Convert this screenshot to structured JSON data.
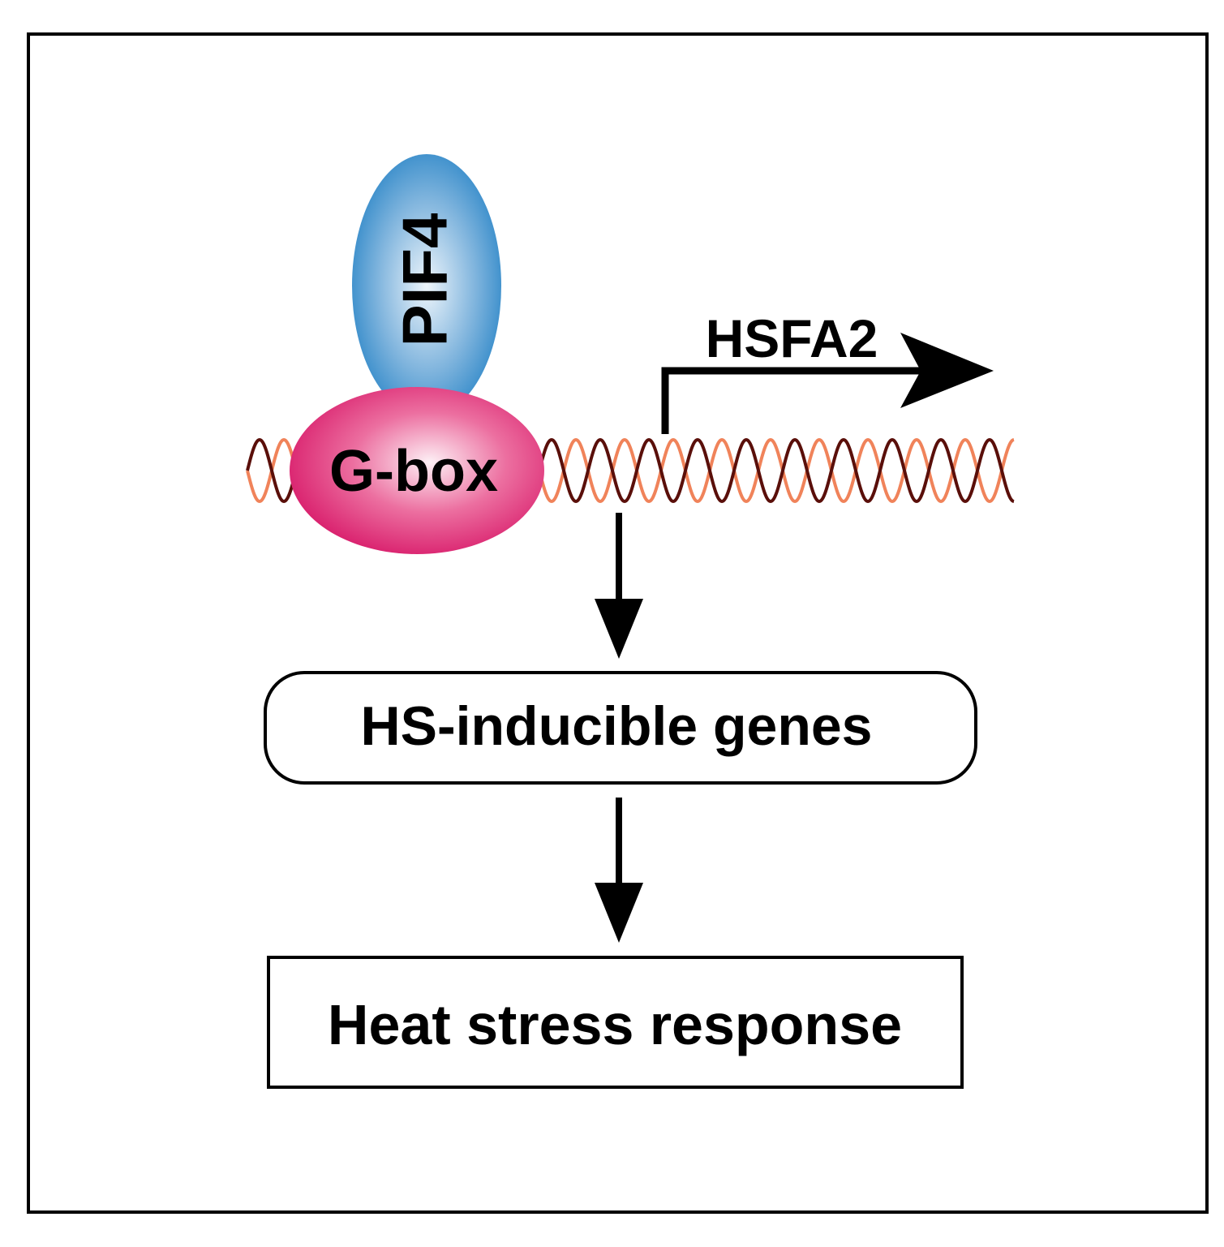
{
  "labels": {
    "pif4": "PIF4",
    "gbox": "G-box",
    "hsfa2": "HSFA2",
    "hs_genes": "HS-inducible genes",
    "heat_response": "Heat stress response"
  },
  "colors": {
    "frame": "#000000",
    "pif4_fill": "#1f7fc4",
    "pif4_highlight": "#e8f1f9",
    "gbox_fill": "#d81b6a",
    "gbox_highlight": "#fbe7ef",
    "dna_strand_a": "#f0835a",
    "dna_strand_b": "#5a0f0a"
  }
}
